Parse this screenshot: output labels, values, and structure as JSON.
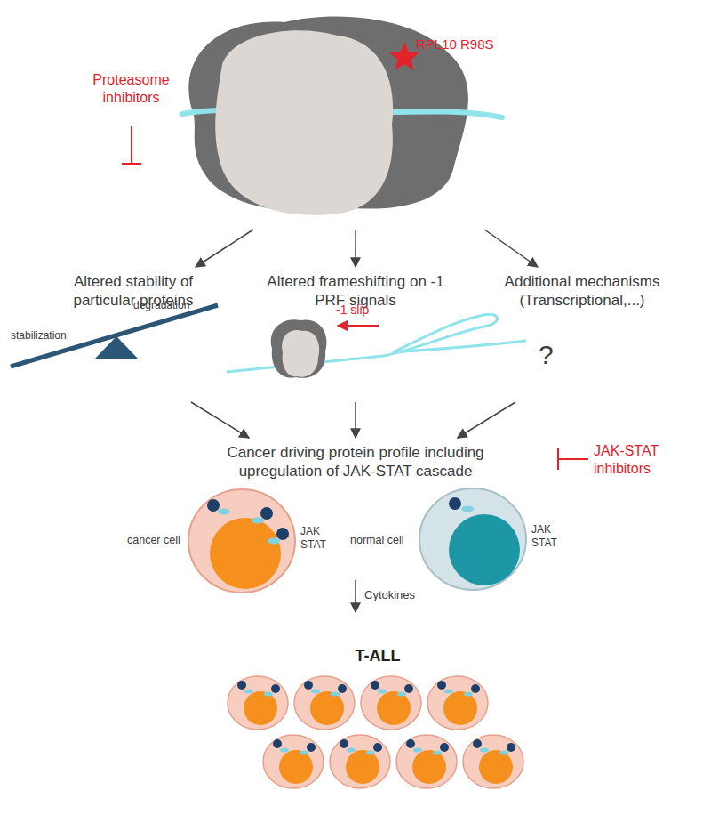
{
  "diagram": {
    "nodes": [
      {
        "text": [
          "RPL10 R98S"
        ]
      },
      {
        "text": [
          "Altered stability of particular proteins"
        ]
      },
      {
        "text": [
          "Altered frameshifting on -1 PRF signals"
        ]
      },
      {
        "text": [
          "Additional mechanisms (Transcriptional,...)"
        ]
      },
      {
        "text": [
          "Cancer driving protein profile including upregulation of JAK-STAT cascade"
        ]
      },
      {
        "text": [
          "cancer cell",
          "JAK STAT"
        ]
      },
      {
        "text": [
          "normal cell",
          "JAK STAT"
        ]
      },
      {
        "text": [
          "T-ALL"
        ]
      }
    ],
    "edges": [
      {
        "from": 0,
        "to": 1,
        "arrow": "to"
      },
      {
        "from": 0,
        "to": 2,
        "arrow": "to"
      },
      {
        "from": 0,
        "to": 3,
        "arrow": "to"
      },
      {
        "from": 1,
        "to": 4,
        "arrow": "to"
      },
      {
        "from": 2,
        "to": 4,
        "arrow": "to"
      },
      {
        "from": 3,
        "to": 4,
        "arrow": "to"
      }
    ],
    "labels": [
      "Proteasome inhibitors",
      "stabilization",
      "degradation",
      "-1 slip",
      "?",
      "JAK-STAT inhibitors",
      "Cytokines"
    ]
  }
}
